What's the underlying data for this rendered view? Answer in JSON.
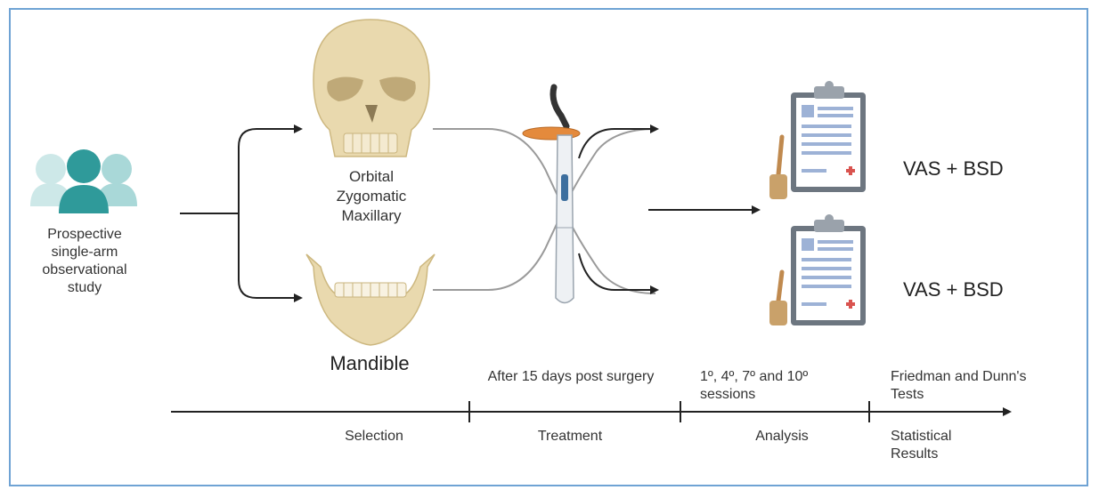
{
  "study": {
    "label": "Prospective\nsingle-arm\nobservational\nstudy"
  },
  "regions": {
    "upper": "Orbital\nZygomatic\nMaxillary",
    "lower": "Mandible"
  },
  "outcomes": {
    "top": "VAS + BSD",
    "bottom": "VAS + BSD"
  },
  "timeline": {
    "top_labels": [
      "After 15 days post surgery",
      "1º, 4º, 7º and 10º\nsessions",
      "Friedman and Dunn's\nTests"
    ],
    "bottom_labels": [
      "Selection",
      "Treatment",
      "Analysis",
      "Statistical\nResults"
    ]
  },
  "colors": {
    "frame": "#6fa3d4",
    "people_dark": "#2f9a9a",
    "people_light": "#a9d8d8",
    "bone": "#e9d9ae",
    "clipboard": "#6d7680",
    "form_lines": "#9db2d6",
    "brush": "#c08a4f",
    "cross": "#d9534f",
    "device_cap": "#e48a3c"
  },
  "icons": [
    "people-icon",
    "skull-icon",
    "mandible-icon",
    "curing-light-icon",
    "clipboard-icon",
    "brush-icon"
  ]
}
